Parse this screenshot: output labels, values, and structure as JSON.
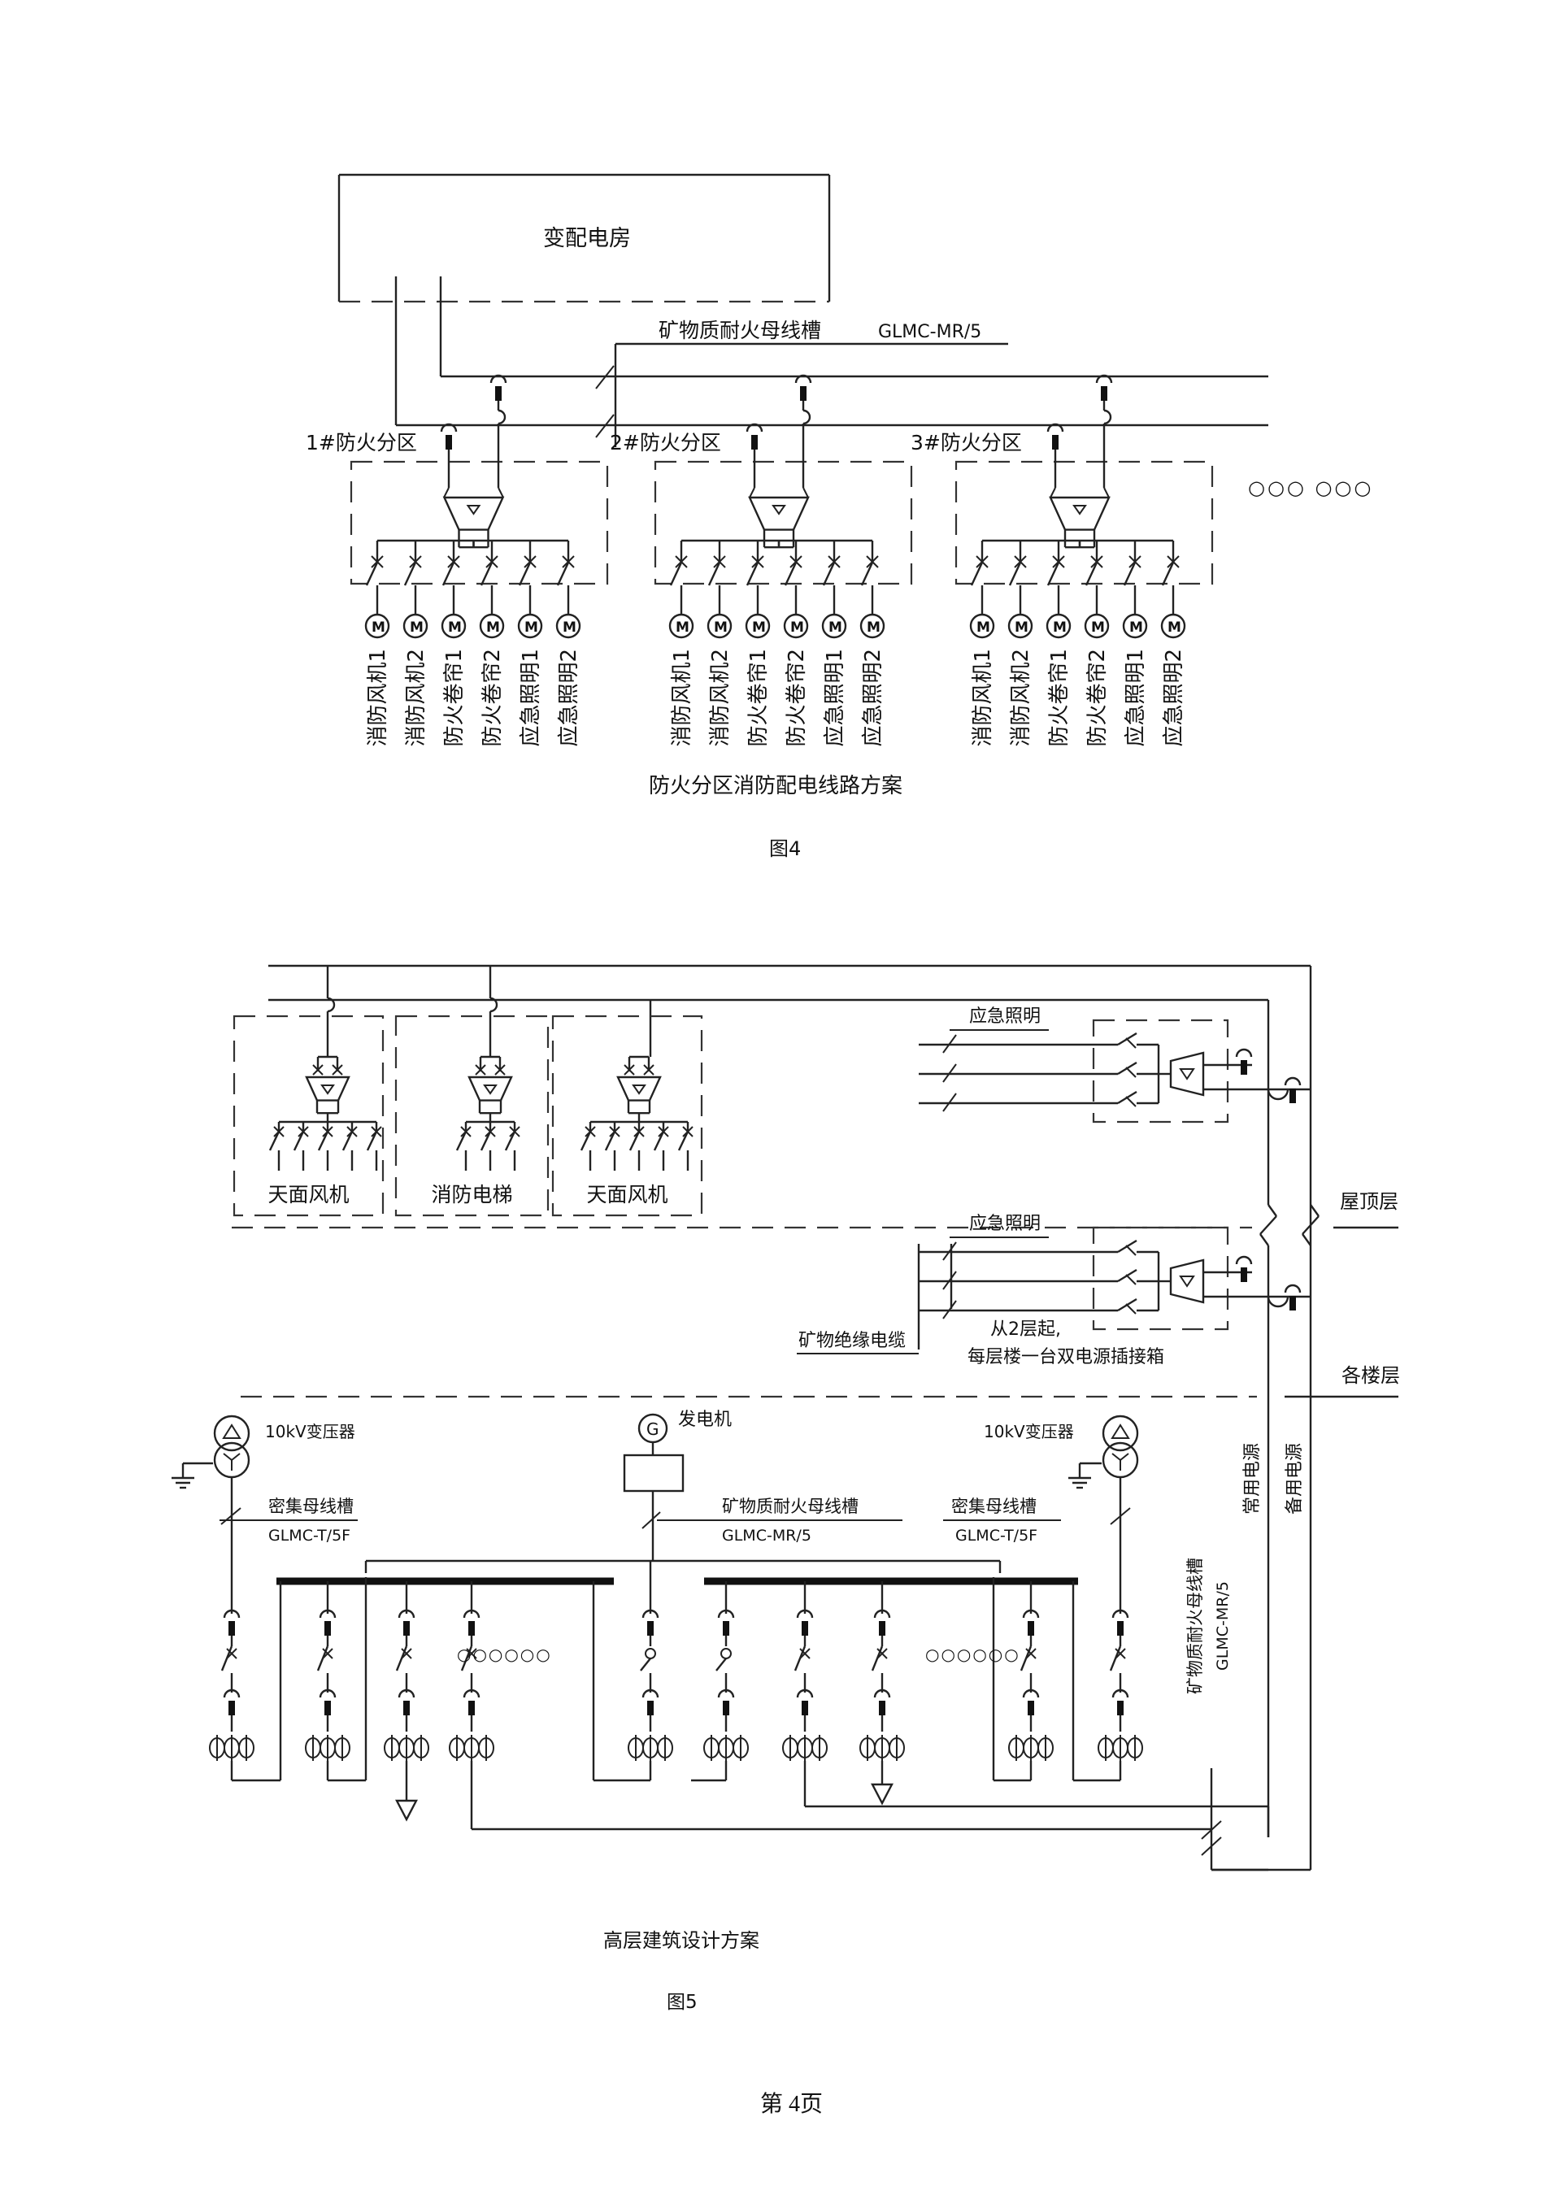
{
  "fig4": {
    "substation": "变配电房",
    "busway_name": "矿物质耐火母线槽",
    "busway_model": "GLMC-MR/5",
    "zones": [
      "1#防火分区",
      "2#防火分区",
      "3#防火分区"
    ],
    "ellipsis": "○○○ ○○○",
    "motor_symbol": "M",
    "loads": [
      "消防风机1",
      "消防风机2",
      "防火卷帘1",
      "防火卷帘2",
      "应急照明1",
      "应急照明2"
    ],
    "diagram_title": "防火分区消防配电线路方案",
    "caption": "图4"
  },
  "fig5": {
    "roof_boxes": [
      "天面风机",
      "消防电梯",
      "天面风机"
    ],
    "emergency_lighting": "应急照明",
    "roof_floor": "屋顶层",
    "each_floor": "各楼层",
    "mineral_cable": "矿物绝缘电缆",
    "note_line1": "从2层起,",
    "note_line2": "每层楼一台双电源插接箱",
    "transformer_left": "10kV变压器",
    "transformer_right": "10kV变压器",
    "generator_symbol": "G",
    "generator": "发电机",
    "dense_busway": "密集母线槽",
    "dense_model": "GLMC-T/5F",
    "mr_busway": "矿物质耐火母线槽",
    "mr_model": "GLMC-MR/5",
    "normal_power": "常用电源",
    "standby_power": "备用电源",
    "vertical_busway": "矿物质耐火母线槽",
    "vertical_model": "GLMC-MR/5",
    "ellipsis": "○○○○○○",
    "diagram_title": "高层建筑设计方案",
    "caption": "图5"
  },
  "page_number": "第 4页"
}
